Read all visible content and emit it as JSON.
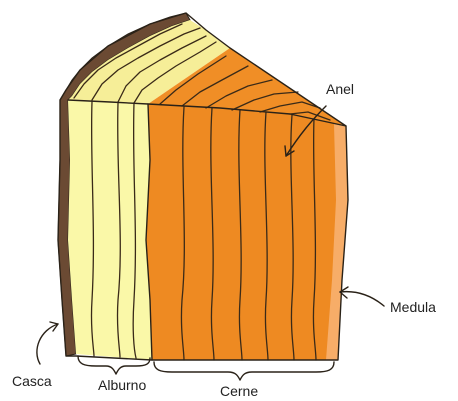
{
  "labels": {
    "anel": "Anel",
    "medula": "Medula",
    "casca": "Casca",
    "alburno": "Alburno",
    "cerne": "Cerne"
  },
  "colors": {
    "bark": "#6b4a33",
    "sapwood": "#faf8a8",
    "sapwood_top": "#f6ee98",
    "heartwood": "#ee8a22",
    "heartwood_top": "#f08e26",
    "pith": "#f7ad68",
    "ink": "#2a2218"
  }
}
